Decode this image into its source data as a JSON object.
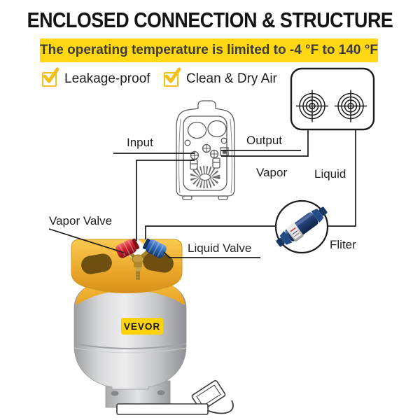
{
  "title": "ENCLOSED CONNECTION & STRUCTURE",
  "banner": {
    "text": "The operating temperature is limited to -4 °F to 140 °F",
    "bg_color": "#FFD813"
  },
  "features": [
    {
      "label": "Leakage-proof"
    },
    {
      "label": "Clean & Dry Air"
    }
  ],
  "diagram": {
    "labels": {
      "input": "Input",
      "output": "Output",
      "vapor": "Vapor",
      "liquid": "Liquid",
      "vapor_valve": "Vapor Valve",
      "liquid_valve": "Liquid Valve",
      "filter": "Fliter"
    }
  },
  "tank": {
    "brand": "VEVOR"
  },
  "colors": {
    "accent_yellow": "#FFD813",
    "collar_yellow": "#EFAE2C",
    "valve_red": "#C92330",
    "valve_blue": "#2E68B5",
    "line_black": "#1B1B1B",
    "machine_gray": "#5A5A5A",
    "tank_silver": "#C6C7C9"
  }
}
